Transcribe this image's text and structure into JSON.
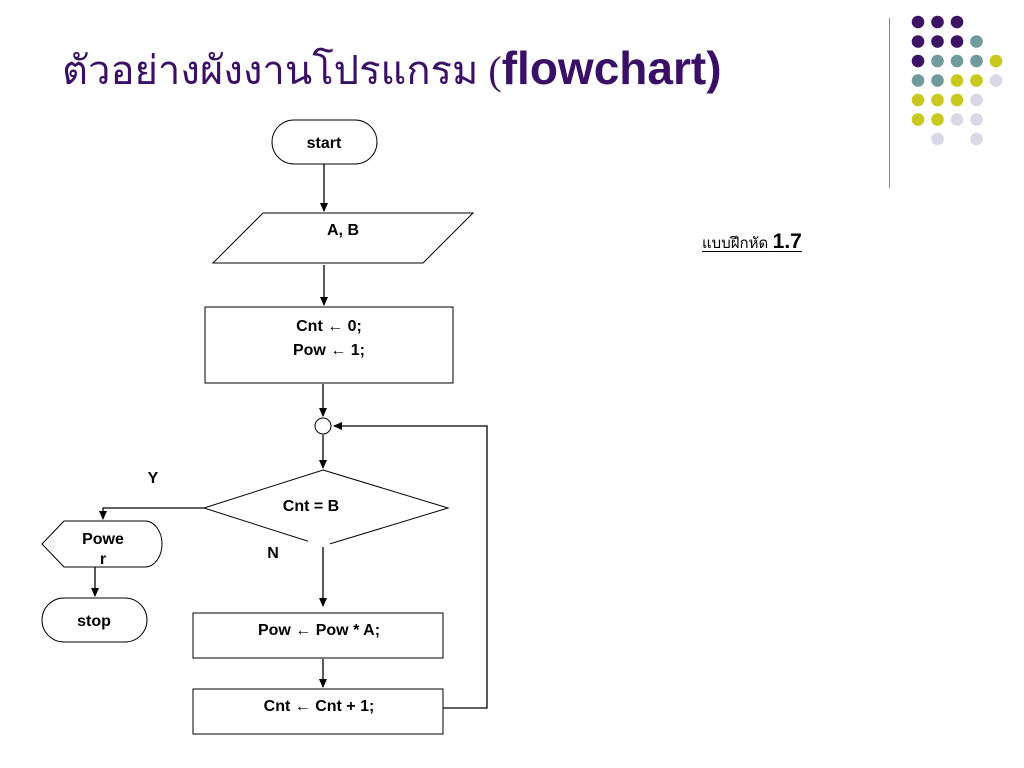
{
  "title": {
    "thai": "ตัวอย่างผังงานโปรแกรม (",
    "eng": "flowchart)"
  },
  "exercise": {
    "label": "แบบฝึกหัด",
    "number": "1.7"
  },
  "flowchart": {
    "start": "start",
    "input": "A, B",
    "init_line1": "Cnt ← 0;",
    "init_line2": "Pow ← 1;",
    "decision": "Cnt = B",
    "yes_label": "Y",
    "no_label": "N",
    "output_line1": "Powe",
    "output_line2": "r",
    "stop": "stop",
    "multiply": "Pow ← Pow * A;",
    "increment": "Cnt ← Cnt + 1;"
  },
  "decoration": {
    "colors": {
      "purple": "#3d1463",
      "teal": "#6f9b9b",
      "olive": "#c8c81e",
      "lavender": "#d8d8e6"
    }
  }
}
